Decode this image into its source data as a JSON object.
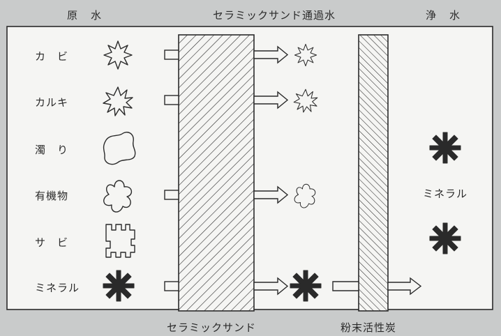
{
  "headers": {
    "raw_water": "原　水",
    "ceramic_water": "セラミックサンド通過水",
    "clean_water": "浄　水"
  },
  "items": [
    {
      "label": "カ　ビ",
      "shape": "mold-icon"
    },
    {
      "label": "カルキ",
      "shape": "chlorine-icon"
    },
    {
      "label": "濁　り",
      "shape": "turbidity-icon"
    },
    {
      "label": "有機物",
      "shape": "organic-matter-icon"
    },
    {
      "label": "サ　ビ",
      "shape": "rust-icon"
    },
    {
      "label": "ミネラル",
      "shape": "mineral-icon"
    }
  ],
  "mineral_label": "ミネラル",
  "filters": {
    "ceramic": "セラミックサンド",
    "carbon": "粉末活性炭"
  },
  "colors": {
    "background": "#c9cbcb",
    "panel": "#f5f5f3",
    "ink": "#2a2a2a"
  }
}
